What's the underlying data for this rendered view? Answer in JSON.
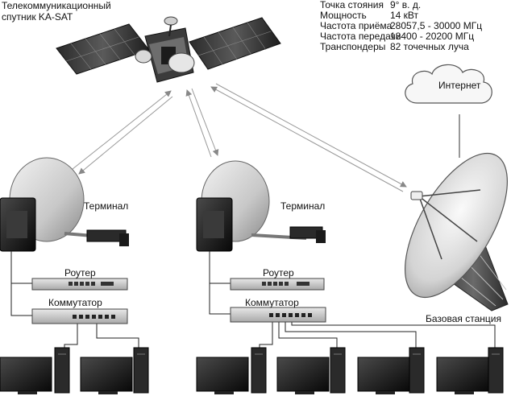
{
  "satellite": {
    "title_line1": "Телекоммуникационный",
    "title_line2": "спутник KA-SAT",
    "specs": [
      {
        "label": "Точка стояния",
        "value": "9° в. д."
      },
      {
        "label": "Мощность",
        "value": "14 кВт"
      },
      {
        "label": "Частота приёма",
        "value": "28057,5 - 30000 МГц"
      },
      {
        "label": "Частота передачи",
        "value": "18400 - 20200 МГц"
      },
      {
        "label": "Транспондеры",
        "value": "82 точечных луча"
      }
    ]
  },
  "cloud_label": "Интернет",
  "base_station_label": "Базовая станция",
  "site_left": {
    "terminal_label": "Терминал",
    "router_label": "Роутер",
    "switch_label": "Коммутатор"
  },
  "site_right": {
    "terminal_label": "Терминал",
    "router_label": "Роутер",
    "switch_label": "Коммутатор"
  }
}
